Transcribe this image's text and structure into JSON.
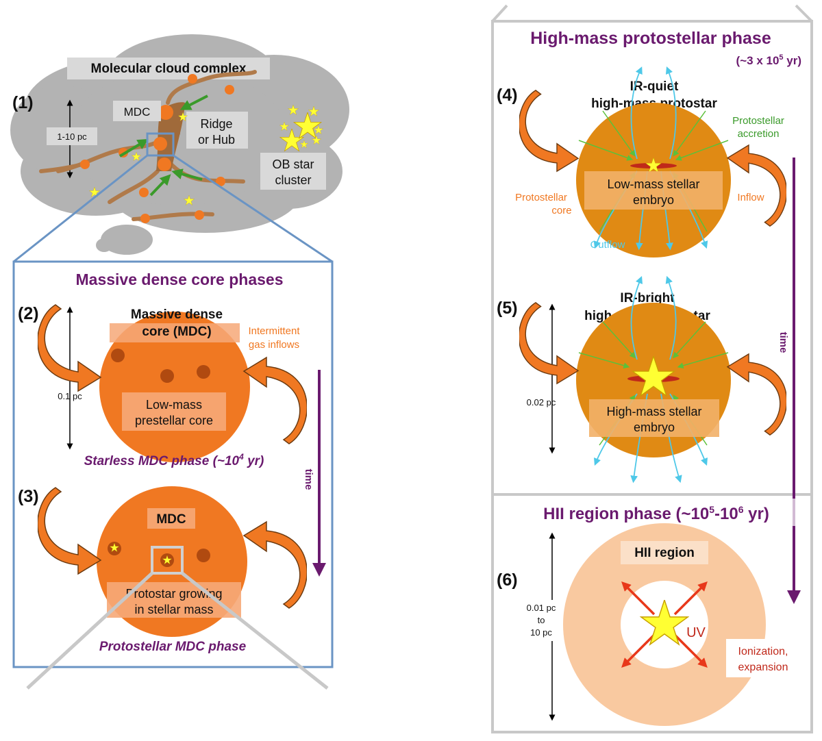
{
  "cloud": {
    "title": "Molecular cloud complex",
    "step": "(1)",
    "scale": "1-10 pc",
    "mdc": "MDC",
    "ridge_line1": "Ridge",
    "ridge_line2": "or Hub",
    "ob_line1": "OB star",
    "ob_line2": "cluster"
  },
  "mdc_panel": {
    "title": "Massive dense core phases",
    "step2": "(2)",
    "core_title_line1": "Massive dense",
    "core_title_line2": "core (MDC)",
    "inflow_line1": "Intermittent",
    "inflow_line2": "gas inflows",
    "scale": "0.1 pc",
    "prestellar_line1": "Low-mass",
    "prestellar_line2": "prestellar core",
    "starless_prefix": "Starless MDC phase (~10",
    "starless_exp": "4",
    "starless_suffix": " yr)",
    "time": "time",
    "step3": "(3)",
    "mdc_label": "MDC",
    "protostar_line1": "Protostar growing",
    "protostar_line2": "in stellar mass",
    "protostellar_phase": "Protostellar MDC phase"
  },
  "hm_panel": {
    "title": "High-mass protostellar phase",
    "duration_prefix": "(~3 x 10",
    "duration_exp": "5",
    "duration_suffix": " yr)",
    "step4": "(4)",
    "irq_line1": "IR-quiet",
    "irq_line2": "high-mass protostar",
    "accretion_line1": "Protostellar",
    "accretion_line2": "accretion",
    "core_line1": "Protostellar",
    "core_line2": "core",
    "embryo_line1": "Low-mass stellar",
    "embryo_line2": "embryo",
    "inflow": "Inflow",
    "outflow": "Outflow",
    "time": "time",
    "step5": "(5)",
    "irb_line1": "IR-bright",
    "irb_line2": "high-mass protostar",
    "scale": "0.02 pc",
    "hm_embryo_line1": "High-mass stellar",
    "hm_embryo_line2": "embryo"
  },
  "hii_panel": {
    "title_prefix": "HII region phase (~10",
    "exp1": "5",
    "mid": "-10",
    "exp2": "6",
    "suffix": " yr)",
    "step6": "(6)",
    "region_label": "HII region",
    "scale_line1": "0.01 pc",
    "scale_line2": "to",
    "scale_line3": "10 pc",
    "uv": "UV",
    "ion_line1": "Ionization,",
    "ion_line2": "expansion"
  },
  "colors": {
    "cloud": "#b3b3b3",
    "filament": "#b07a4a",
    "core_orange": "#f07822",
    "core_dark_orange": "#e08a14",
    "hii_peach": "#f9c9a0",
    "title_purple": "#6a1a6e",
    "panel_blue": "#6a94c4",
    "star_yellow": "#ffff33",
    "arrow_green": "#3a9a2a",
    "outflow_cyan": "#4ec8e8",
    "ion_red": "#e8381a"
  }
}
